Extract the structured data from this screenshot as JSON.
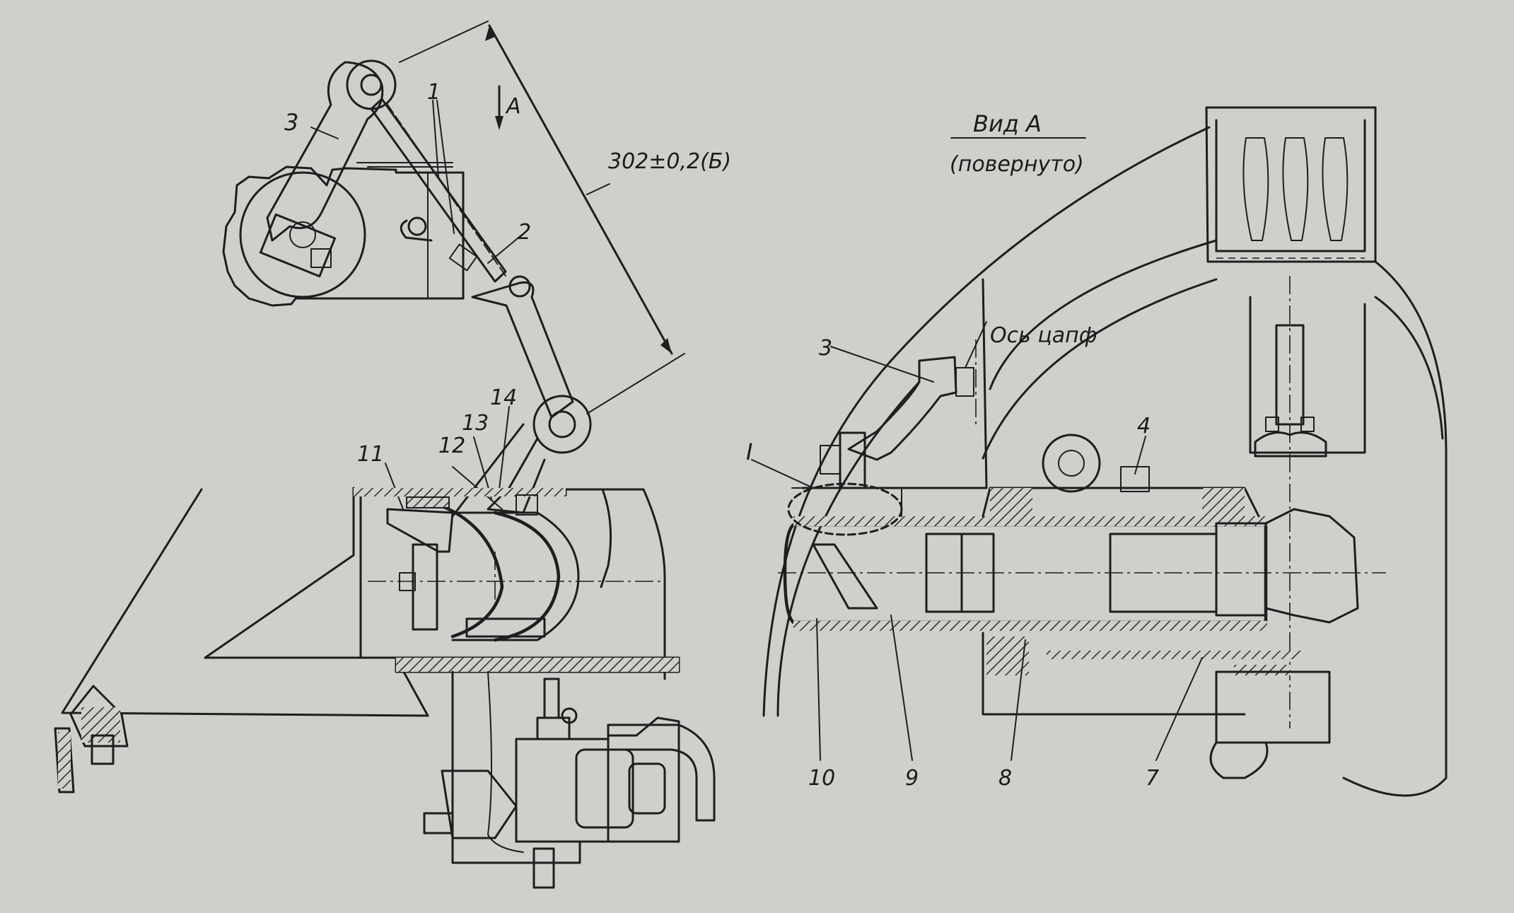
{
  "left_view": {
    "dimension_label": "302±0,2(Б)",
    "view_arrow_letter": "A",
    "part_labels": [
      "1",
      "2",
      "3",
      "11",
      "12",
      "13",
      "14"
    ]
  },
  "right_view": {
    "view_title": "Вид А",
    "view_subtitle": "(повернуто)",
    "axis_label": "Ось цапф",
    "detail_label": "I",
    "part_labels": [
      "3",
      "4",
      "7",
      "8",
      "9",
      "10"
    ]
  }
}
